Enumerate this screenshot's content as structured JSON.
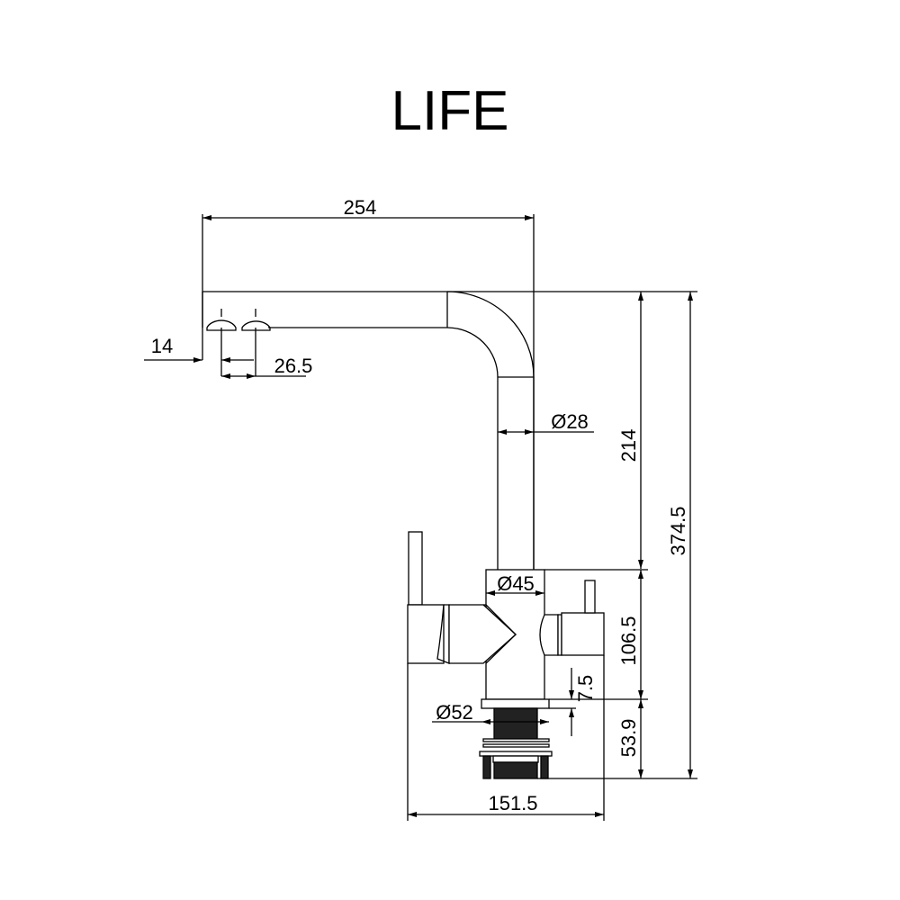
{
  "title": "LIFE",
  "dimensions": {
    "spout_reach": "254",
    "aerator_offset": "14",
    "aerator_spacing": "26.5",
    "spout_diameter": "Ø28",
    "spout_height": "214",
    "total_height": "374.5",
    "body_diameter": "Ø45",
    "body_height": "106.5",
    "flange_thickness": "7.5",
    "flange_diameter": "Ø52",
    "shank_length": "53.9",
    "overall_width": "151.5"
  }
}
